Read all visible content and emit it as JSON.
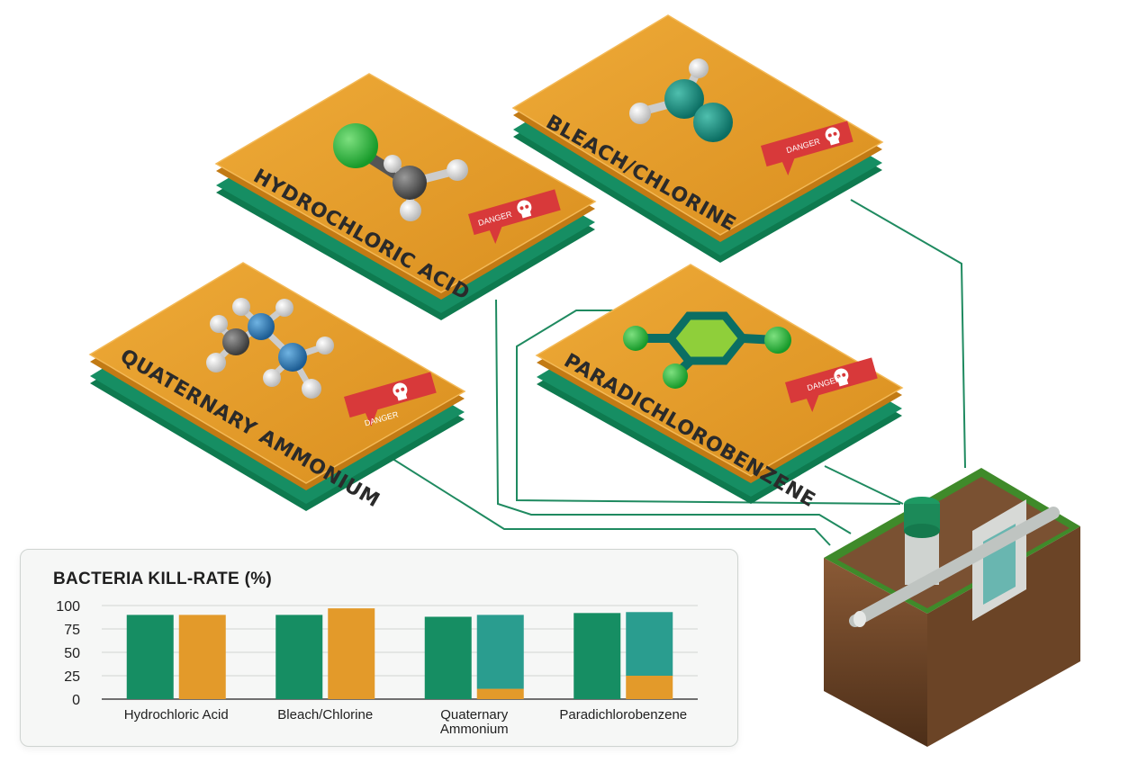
{
  "cards": [
    {
      "id": "hydrochloric",
      "label": "HYDROCHLORIC ACID",
      "badge": "DANGER",
      "molecule": "hcl-molecule"
    },
    {
      "id": "bleach",
      "label": "BLEACH/CHLORINE",
      "badge": "DANGER",
      "molecule": "bleach-molecule"
    },
    {
      "id": "quaternary",
      "label": "QUATERNARY AMMONIUM",
      "badge": "DANGER",
      "molecule": "ammonium-molecule"
    },
    {
      "id": "paradichloro",
      "label": "PARADICHLOROBENZENE",
      "badge": "DANGER",
      "molecule": "benzene-molecule"
    }
  ],
  "colors": {
    "card": "#e39a2a",
    "card_edge": "#c27a14",
    "base": "#138a5e",
    "danger": "#d8393a",
    "connector": "#1f8a60",
    "bar_green": "#168e63",
    "bar_orange": "#e39a2a",
    "bar_teal": "#2a9d8f"
  },
  "chart_data": {
    "type": "bar",
    "title": "BACTERIA KILL-RATE (%)",
    "categories": [
      "Hydrochloric Acid",
      "Bleach/Chlorine",
      "Quaternary\nAmmonium",
      "Paradichlorobenzene"
    ],
    "yticks": [
      0,
      25,
      50,
      75,
      100
    ],
    "ylim": [
      0,
      100
    ],
    "series": [
      {
        "color": "green",
        "values": [
          90,
          90,
          88,
          92
        ]
      },
      {
        "color": "orange",
        "values": [
          90,
          97,
          11,
          25
        ]
      },
      {
        "color": "teal",
        "values": [
          0,
          0,
          79,
          68
        ]
      }
    ],
    "stacked_second_bar": true,
    "grid": true
  },
  "icons": {
    "danger": "skull-icon",
    "tank": "septic-tank-icon"
  }
}
